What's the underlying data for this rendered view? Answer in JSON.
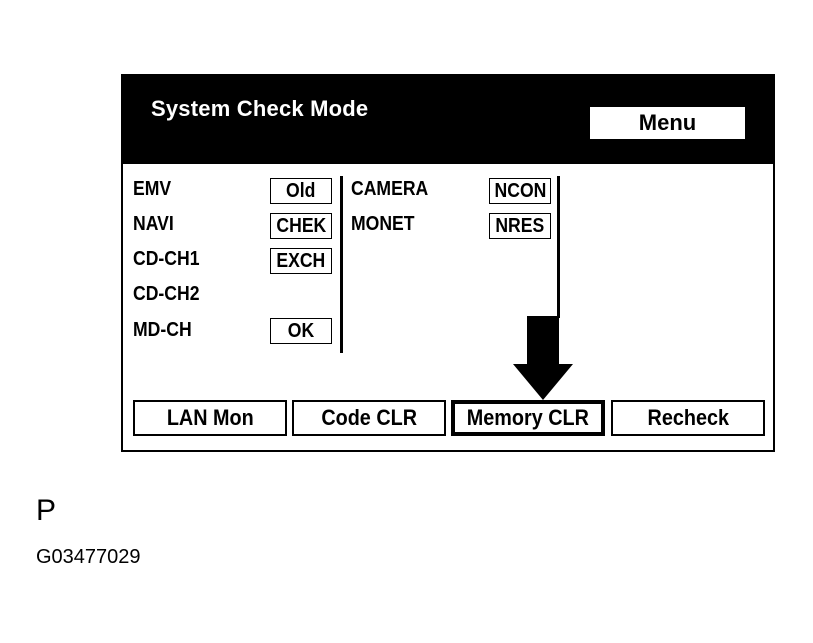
{
  "screen": {
    "title": "System Check Mode",
    "menu_label": "Menu"
  },
  "left_rows": [
    {
      "label": "EMV",
      "status": "Old"
    },
    {
      "label": "NAVI",
      "status": "CHEK"
    },
    {
      "label": "CD-CH1",
      "status": "EXCH"
    },
    {
      "label": "CD-CH2",
      "status": ""
    },
    {
      "label": "MD-CH",
      "status": "OK"
    }
  ],
  "right_rows": [
    {
      "label": "CAMERA",
      "status": "NCON"
    },
    {
      "label": "MONET",
      "status": "NRES"
    }
  ],
  "buttons": {
    "lan_mon": "LAN Mon",
    "code_clr": "Code CLR",
    "memory_clr": "Memory CLR",
    "recheck": "Recheck"
  },
  "footer": {
    "letter": "P",
    "code": "G03477029"
  }
}
